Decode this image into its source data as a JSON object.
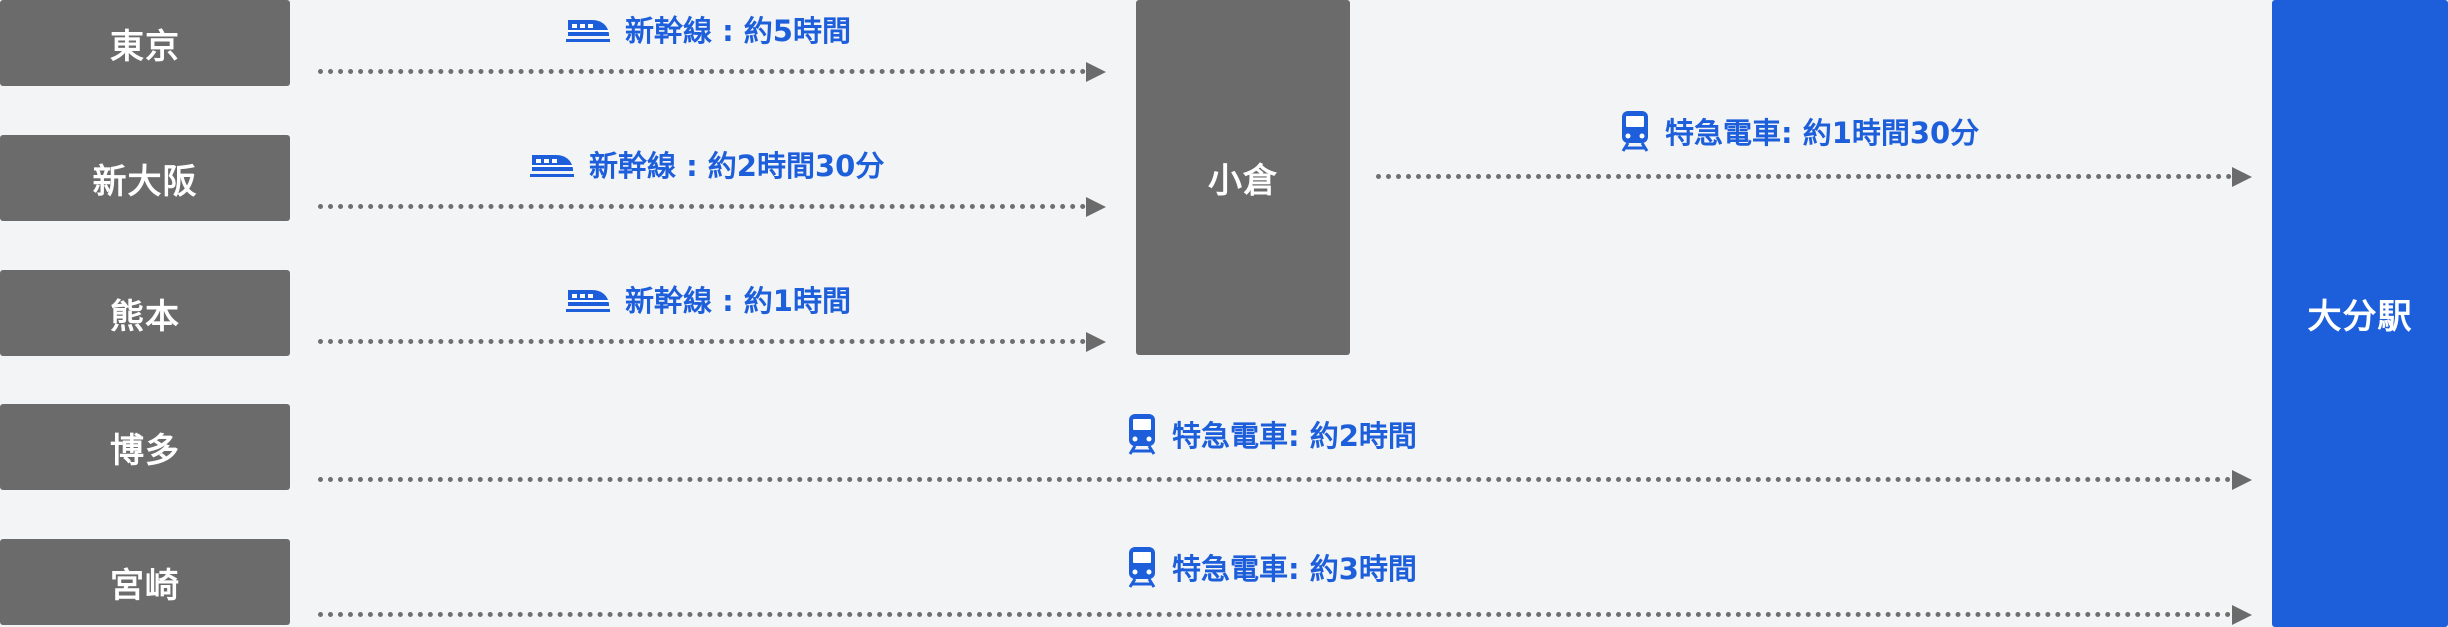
{
  "origins": [
    {
      "name": "東京"
    },
    {
      "name": "新大阪"
    },
    {
      "name": "熊本"
    },
    {
      "name": "博多"
    },
    {
      "name": "宮崎"
    }
  ],
  "hub": {
    "name": "小倉"
  },
  "destination": {
    "name": "大分駅"
  },
  "routes": [
    {
      "label": "新幹線 : 約5時間",
      "icon": "shinkansen-icon"
    },
    {
      "label": "新幹線 : 約2時間30分",
      "icon": "shinkansen-icon"
    },
    {
      "label": "新幹線 : 約1時間",
      "icon": "shinkansen-icon"
    },
    {
      "label": "特急電車: 約1時間30分",
      "icon": "train-icon"
    },
    {
      "label": "特急電車: 約2時間",
      "icon": "train-icon"
    },
    {
      "label": "特急電車: 約3時間",
      "icon": "train-icon"
    }
  ],
  "colors": {
    "box_gray": "#6b6b6b",
    "accent_blue": "#1d5fdb",
    "background": "#f3f4f6"
  }
}
